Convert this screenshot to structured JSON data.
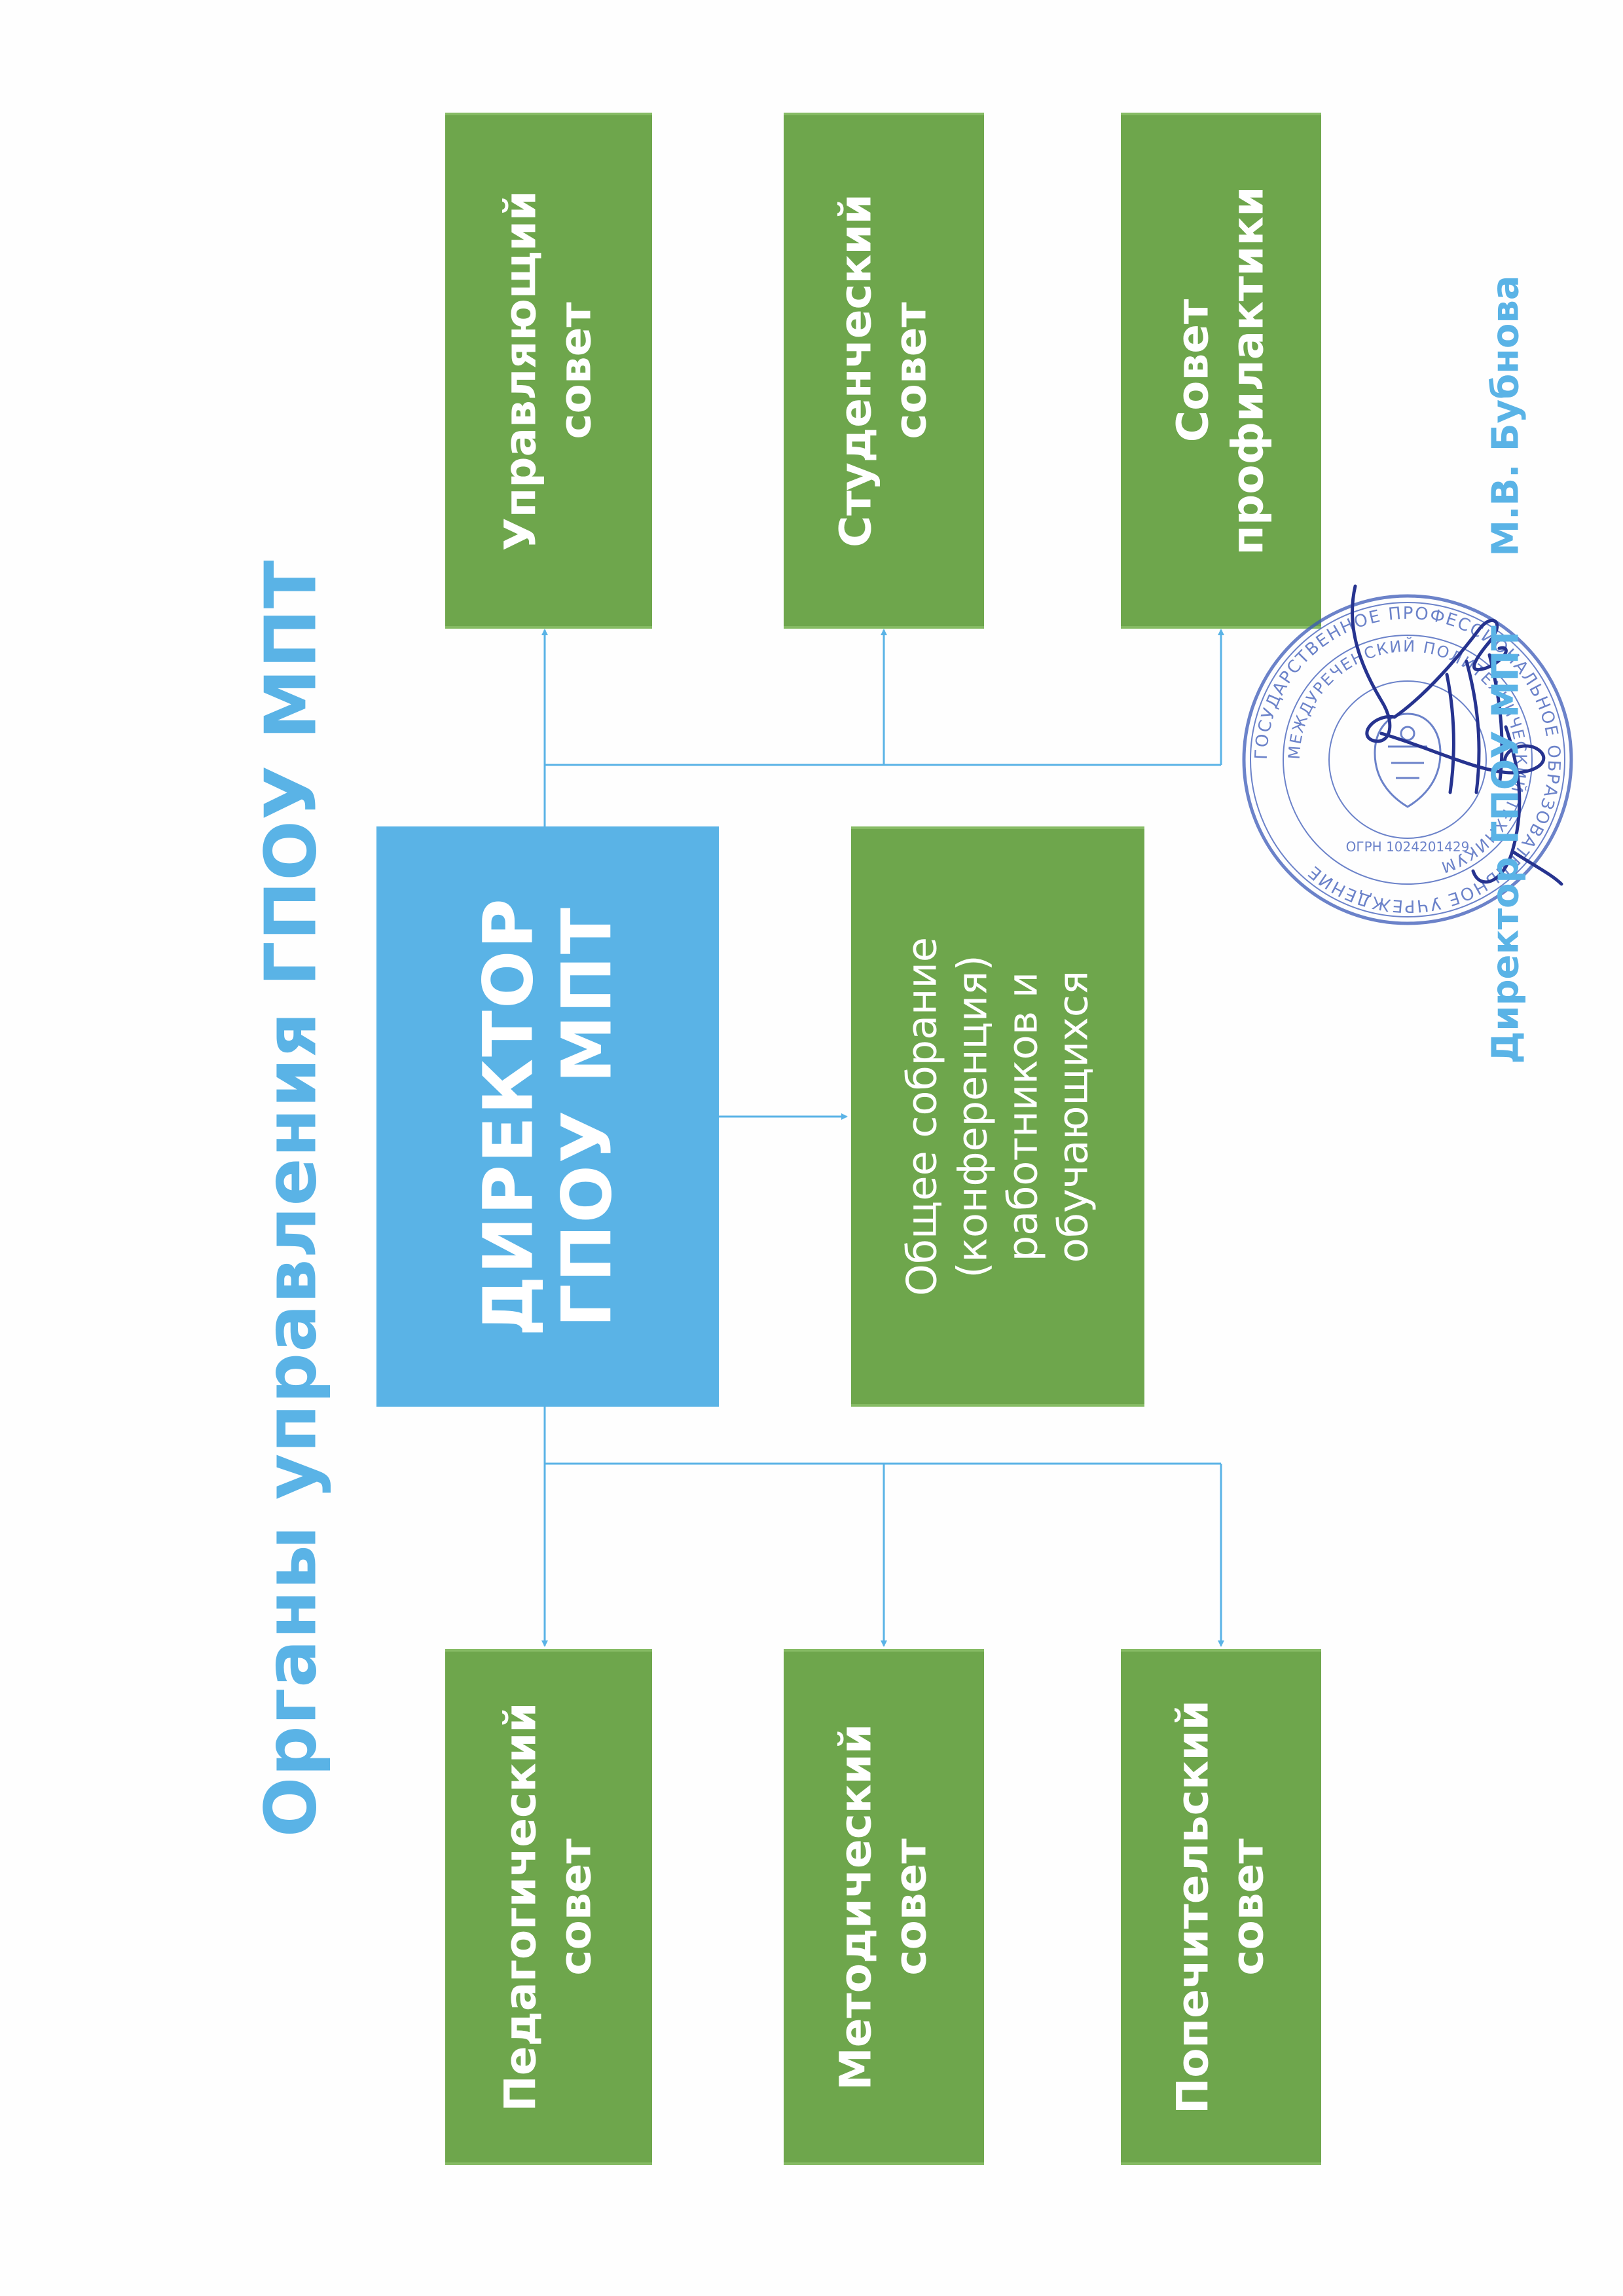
{
  "title": "Органы управления ГПОУ МПТ",
  "director": {
    "line1": "ДИРЕКТОР",
    "line2": "ГПОУ МПТ"
  },
  "top_boxes": [
    {
      "line1": "Управляющий",
      "line2": "совет"
    },
    {
      "line1": "Студенческий",
      "line2": "совет"
    },
    {
      "line1": "Совет",
      "line2": "профилактики"
    }
  ],
  "bottom_boxes": [
    {
      "line1": "Педагогический",
      "line2": "совет"
    },
    {
      "line1": "Методический",
      "line2": "совет"
    },
    {
      "line1": "Попечительский",
      "line2": "совет"
    }
  ],
  "general_meeting": {
    "line1": "Общее собрание",
    "line2": "(конференция)",
    "line3": "работников и",
    "line4": "обучающихся"
  },
  "signature": {
    "position": "Директор ГПОУ МПТ",
    "name": "М.В. Бубнова"
  },
  "stamp": {
    "outer_text": "ГОСУДАРСТВЕННОЕ ПРОФЕССИОНАЛЬНОЕ ОБРАЗОВАТЕЛЬНОЕ УЧРЕЖДЕНИЕ",
    "inner_text": "МЕЖДУРЕЧЕНСКИЙ ПОЛИТЕХНИЧЕСКИЙ ТЕХНИКУМ",
    "id_text": "ОГРН 1024201429"
  },
  "colors": {
    "title_blue": "#5ab3e6",
    "box_green": "#6ea64c",
    "director_blue": "#5ab3e6",
    "connector": "#5ab3e6",
    "stamp_blue": "#3a59b8",
    "signature_ink": "#26338f"
  }
}
